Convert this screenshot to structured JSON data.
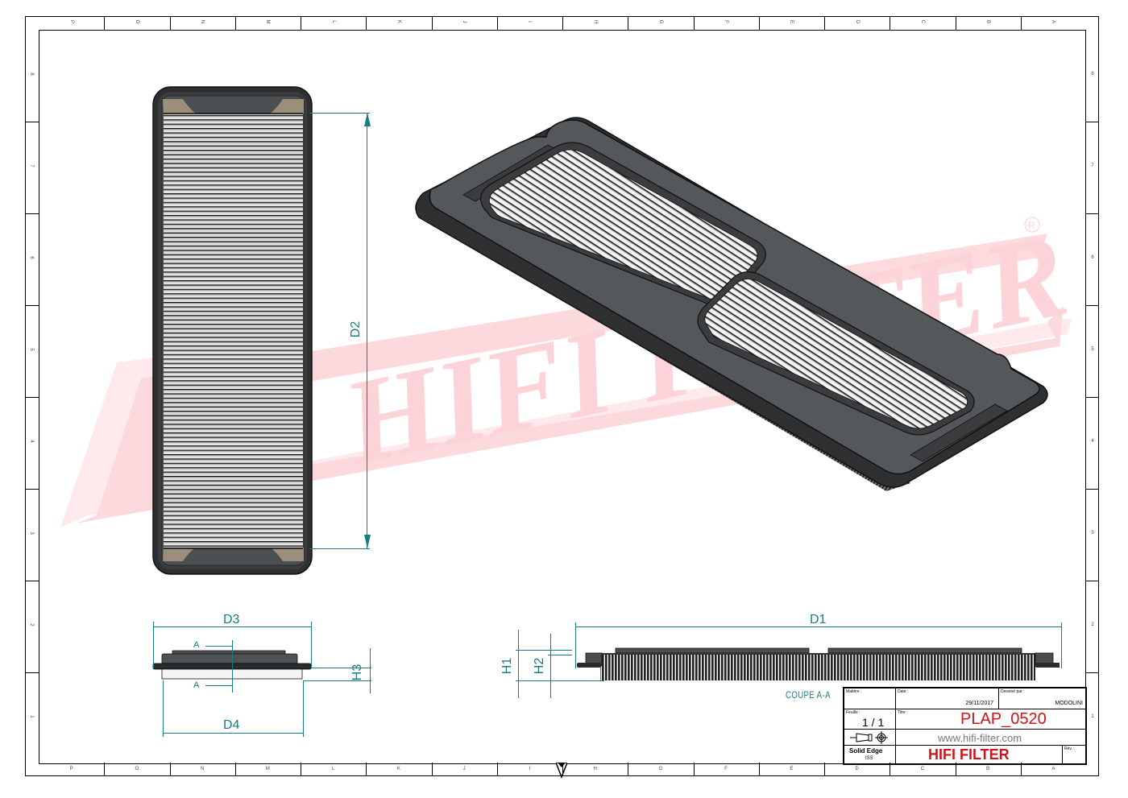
{
  "drawing": {
    "title": "PLAP_0520",
    "website": "www.hifi-filter.com",
    "company": "HIFI FILTER",
    "date": "29/11/2017",
    "drawn_by": "MODOLINI",
    "sheet": "1 / 1",
    "software": "Solid Edge",
    "software_version": "ISS",
    "section_label": "COUPE A-A",
    "labels": {
      "material": "Matière :",
      "date": "Date :",
      "drawn_by": "Dessiné par :",
      "sheet": "Feuille :",
      "title": "Titre :",
      "rev": "Rév. :"
    }
  },
  "dimensions": {
    "d1": "D1",
    "d2": "D2",
    "d3": "D3",
    "d4": "D4",
    "h1": "H1",
    "h2": "H2",
    "h3": "H3",
    "section_a": "A"
  },
  "watermark": {
    "text": "HIFI FILTER",
    "registered": "®",
    "color": "#f7c6cc"
  },
  "border_zones": {
    "columns": [
      "P",
      "O",
      "N",
      "M",
      "L",
      "K",
      "J",
      "I",
      "H",
      "G",
      "F",
      "E",
      "D",
      "C",
      "B",
      "A"
    ],
    "rows": [
      "8",
      "7",
      "6",
      "5",
      "4",
      "3",
      "2",
      "1"
    ]
  },
  "colors": {
    "dimension": "#177d82",
    "title_red": "#d4121a",
    "frame_dark": "#3a3b3d",
    "frame_mid": "#55585b",
    "tab_beige": "#9b8f7c"
  }
}
